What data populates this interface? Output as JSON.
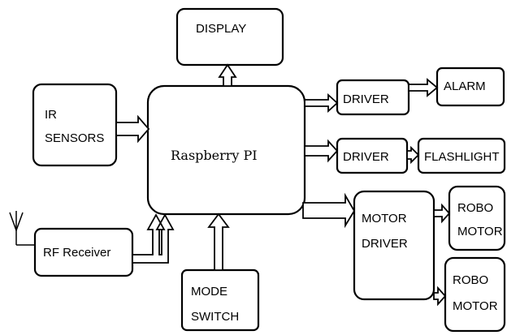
{
  "blocks": {
    "display": "DISPLAY",
    "ir_sensors_line1": "IR",
    "ir_sensors_line2": "SENSORS",
    "processor": "Raspberry PI",
    "driver_top": "DRIVER",
    "alarm": "ALARM",
    "driver_mid": "DRIVER",
    "flashlight": "FLASHLIGHT",
    "rf_receiver": "RF Receiver",
    "motor_driver_line1": "MOTOR",
    "motor_driver_line2": "DRIVER",
    "robo_motor_1_line1": "ROBO",
    "robo_motor_1_line2": "MOTOR",
    "robo_motor_2_line1": "ROBO",
    "robo_motor_2_line2": "MOTOR",
    "mode_switch_line1": "MODE",
    "mode_switch_line2": "SWITCH"
  },
  "colors": {
    "stroke": "#000000",
    "background": "#ffffff"
  }
}
